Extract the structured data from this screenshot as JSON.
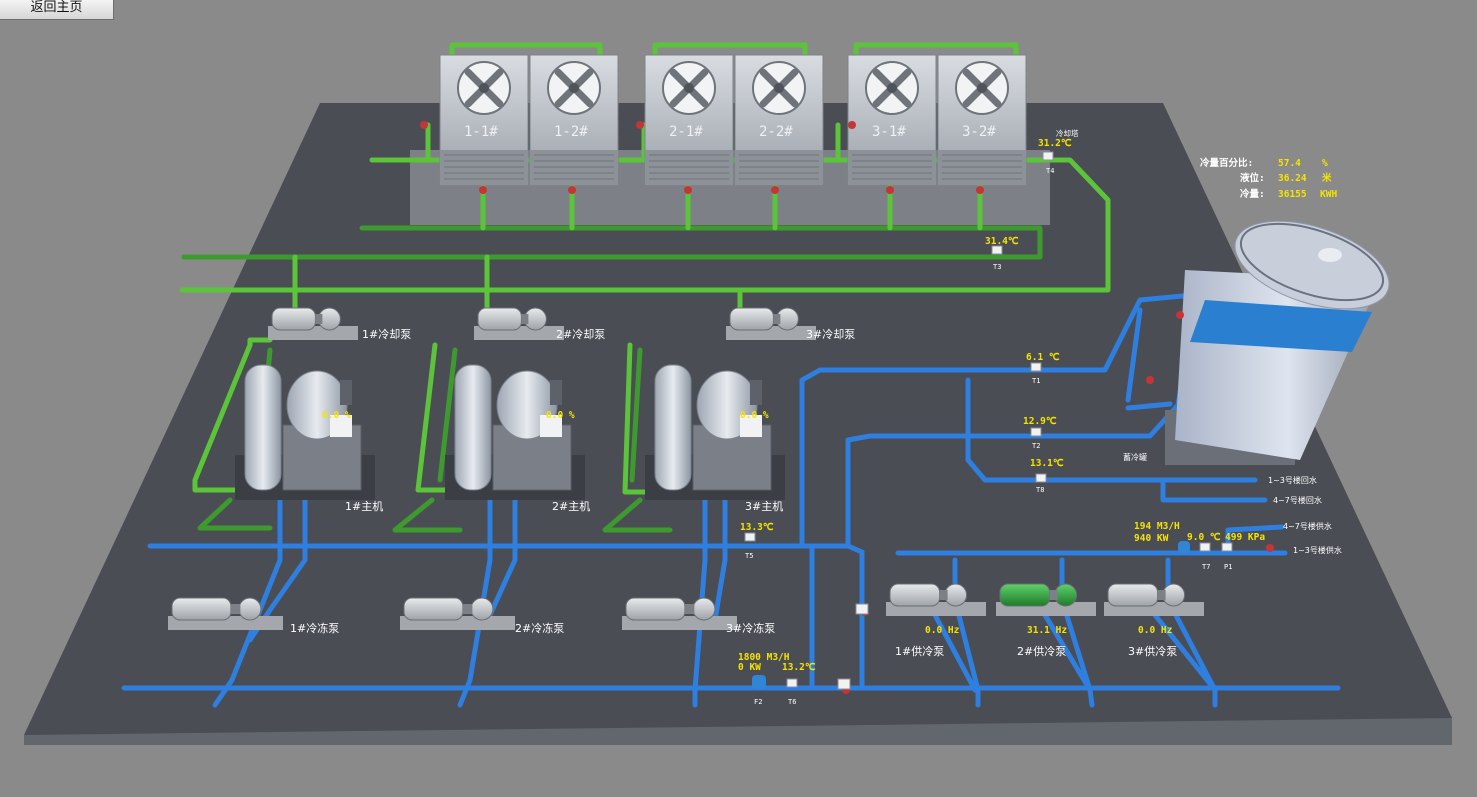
{
  "nav": {
    "back_label": "返回主页"
  },
  "towers": [
    "1-1#",
    "1-2#",
    "2-1#",
    "2-2#",
    "3-1#",
    "3-2#"
  ],
  "tower_group_label": "冷却塔",
  "tank_label": "蓄冷罐",
  "tank_stats": {
    "cold_pct_label": "冷量百分比:",
    "cold_pct_value": "57.4",
    "cold_pct_unit": "%",
    "level_label": "液位:",
    "level_value": "36.24",
    "level_unit": "米",
    "cold_label": "冷量:",
    "cold_value": "36155",
    "cold_unit": "KWH"
  },
  "sensors": {
    "T1": "6.1 ℃",
    "T2": "12.9℃",
    "T3": "31.4℃",
    "T4": "31.2℃",
    "T5": "13.3℃",
    "T6": "13.2℃",
    "T7": "9.0 ℃",
    "T8": "13.1℃",
    "P1": "499 KPa"
  },
  "sensor_tags": [
    "T1",
    "T2",
    "T3",
    "T4",
    "T5",
    "T6",
    "T7",
    "T8",
    "P1",
    "F2"
  ],
  "cooling_pumps": [
    "1#冷却泵",
    "2#冷却泵",
    "3#冷却泵"
  ],
  "chillers": [
    {
      "name": "1#主机",
      "load": "0.0 %"
    },
    {
      "name": "2#主机",
      "load": "0.0 %"
    },
    {
      "name": "3#主机",
      "load": "0.0 %"
    }
  ],
  "chilled_pumps": [
    "1#冷冻泵",
    "2#冷冻泵",
    "3#冷冻泵"
  ],
  "supply_pumps": [
    {
      "name": "1#供冷泵",
      "freq": "0.0 Hz"
    },
    {
      "name": "2#供冷泵",
      "freq": "31.1 Hz"
    },
    {
      "name": "3#供冷泵",
      "freq": "0.0 Hz"
    }
  ],
  "flow_main": {
    "flow": "1800 M3/H",
    "power": "0    KW"
  },
  "flow_supply": {
    "flow": "194  M3/H",
    "power": "940  KW"
  },
  "pipe_labels": [
    "1~3号楼回水",
    "4~7号楼回水",
    "4~7号楼供水",
    "1~3号楼供水"
  ],
  "colors": {
    "green_pipe": "#5cc43a",
    "blue_pipe": "#2e7fe0",
    "floor": "#4a4d53",
    "value_yellow": "#f5e400",
    "pump_green": "#2f9f3a"
  }
}
